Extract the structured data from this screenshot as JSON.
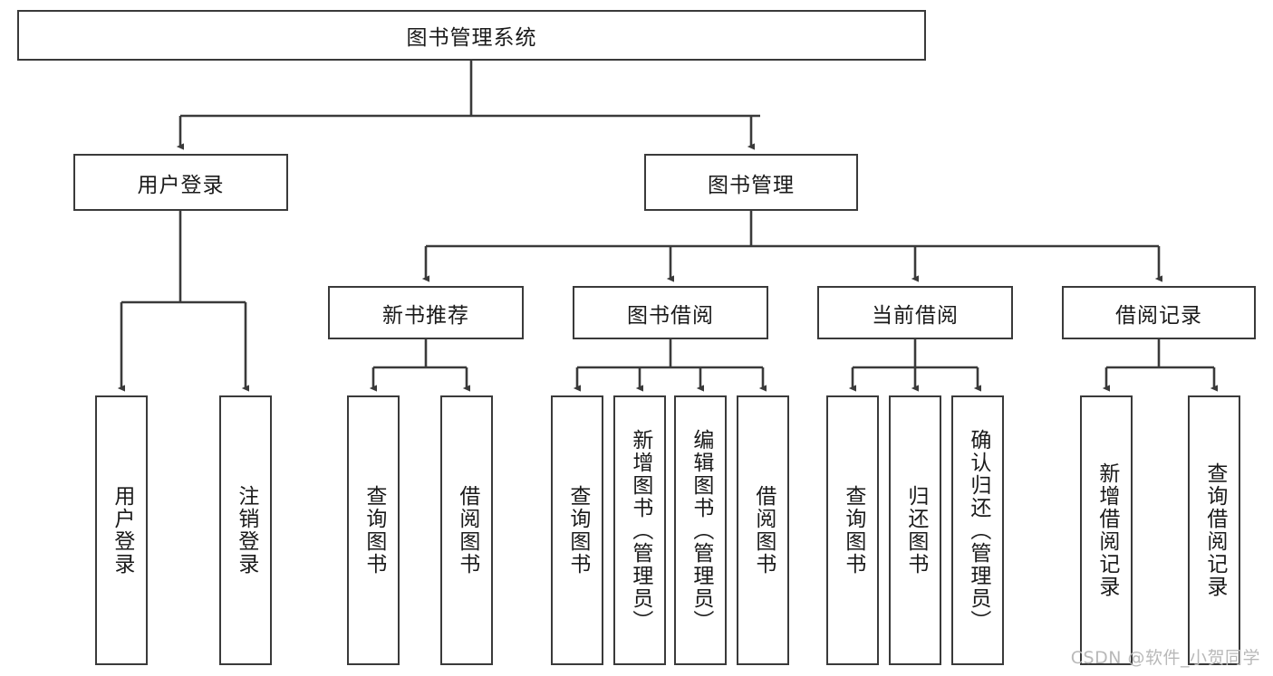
{
  "diagram": {
    "type": "tree",
    "title_box": {
      "label": "图书管理系统"
    },
    "level2": [
      {
        "id": "user-login",
        "label": "用户登录"
      },
      {
        "id": "book-management",
        "label": "图书管理"
      }
    ],
    "level3": [
      {
        "id": "new-book-recommend",
        "label": "新书推荐"
      },
      {
        "id": "book-borrow",
        "label": "图书借阅"
      },
      {
        "id": "current-borrow",
        "label": "当前借阅"
      },
      {
        "id": "borrow-record",
        "label": "借阅记录"
      }
    ],
    "leaves": [
      {
        "id": "leaf-user-login",
        "label": "用户登录",
        "parent": "user-login"
      },
      {
        "id": "leaf-logout-login",
        "label": "注销登录",
        "parent": "user-login"
      },
      {
        "id": "leaf-query-book-1",
        "label": "查询图书",
        "parent": "new-book-recommend"
      },
      {
        "id": "leaf-borrow-book-1",
        "label": "借阅图书",
        "parent": "new-book-recommend"
      },
      {
        "id": "leaf-query-book-2",
        "label": "查询图书",
        "parent": "book-borrow"
      },
      {
        "id": "leaf-add-book",
        "label": "新增图书（管理员）",
        "parent": "book-borrow"
      },
      {
        "id": "leaf-edit-book",
        "label": "编辑图书（管理员）",
        "parent": "book-borrow"
      },
      {
        "id": "leaf-borrow-book-2",
        "label": "借阅图书",
        "parent": "book-borrow"
      },
      {
        "id": "leaf-query-book-3",
        "label": "查询图书",
        "parent": "current-borrow"
      },
      {
        "id": "leaf-return-book",
        "label": "归还图书",
        "parent": "current-borrow"
      },
      {
        "id": "leaf-confirm-return",
        "label": "确认归还（管理员）",
        "parent": "current-borrow"
      },
      {
        "id": "leaf-add-record",
        "label": "新增借阅记录",
        "parent": "borrow-record"
      },
      {
        "id": "leaf-query-record",
        "label": "查询借阅记录",
        "parent": "borrow-record"
      }
    ],
    "watermark": "CSDN @软件_小贺同学",
    "colors": {
      "stroke": "#3a3a3a",
      "fill": "#ffffff",
      "text": "#1a1a1a",
      "watermark": "#b9b9b9"
    }
  }
}
